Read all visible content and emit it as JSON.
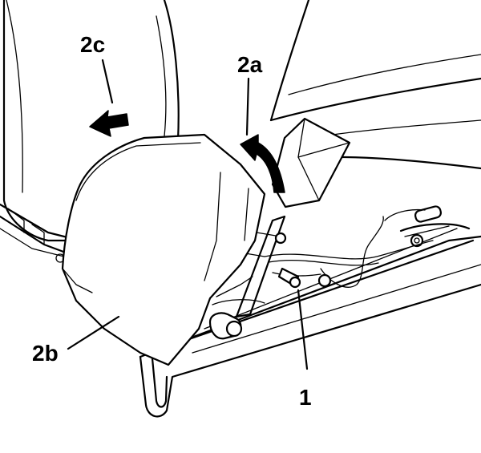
{
  "labels": {
    "part_1": "1",
    "arrow_2a": "2a",
    "cover_2b": "2b",
    "arrow_2c": "2c"
  },
  "colors": {
    "ink": "#000000",
    "paper": "#ffffff"
  }
}
